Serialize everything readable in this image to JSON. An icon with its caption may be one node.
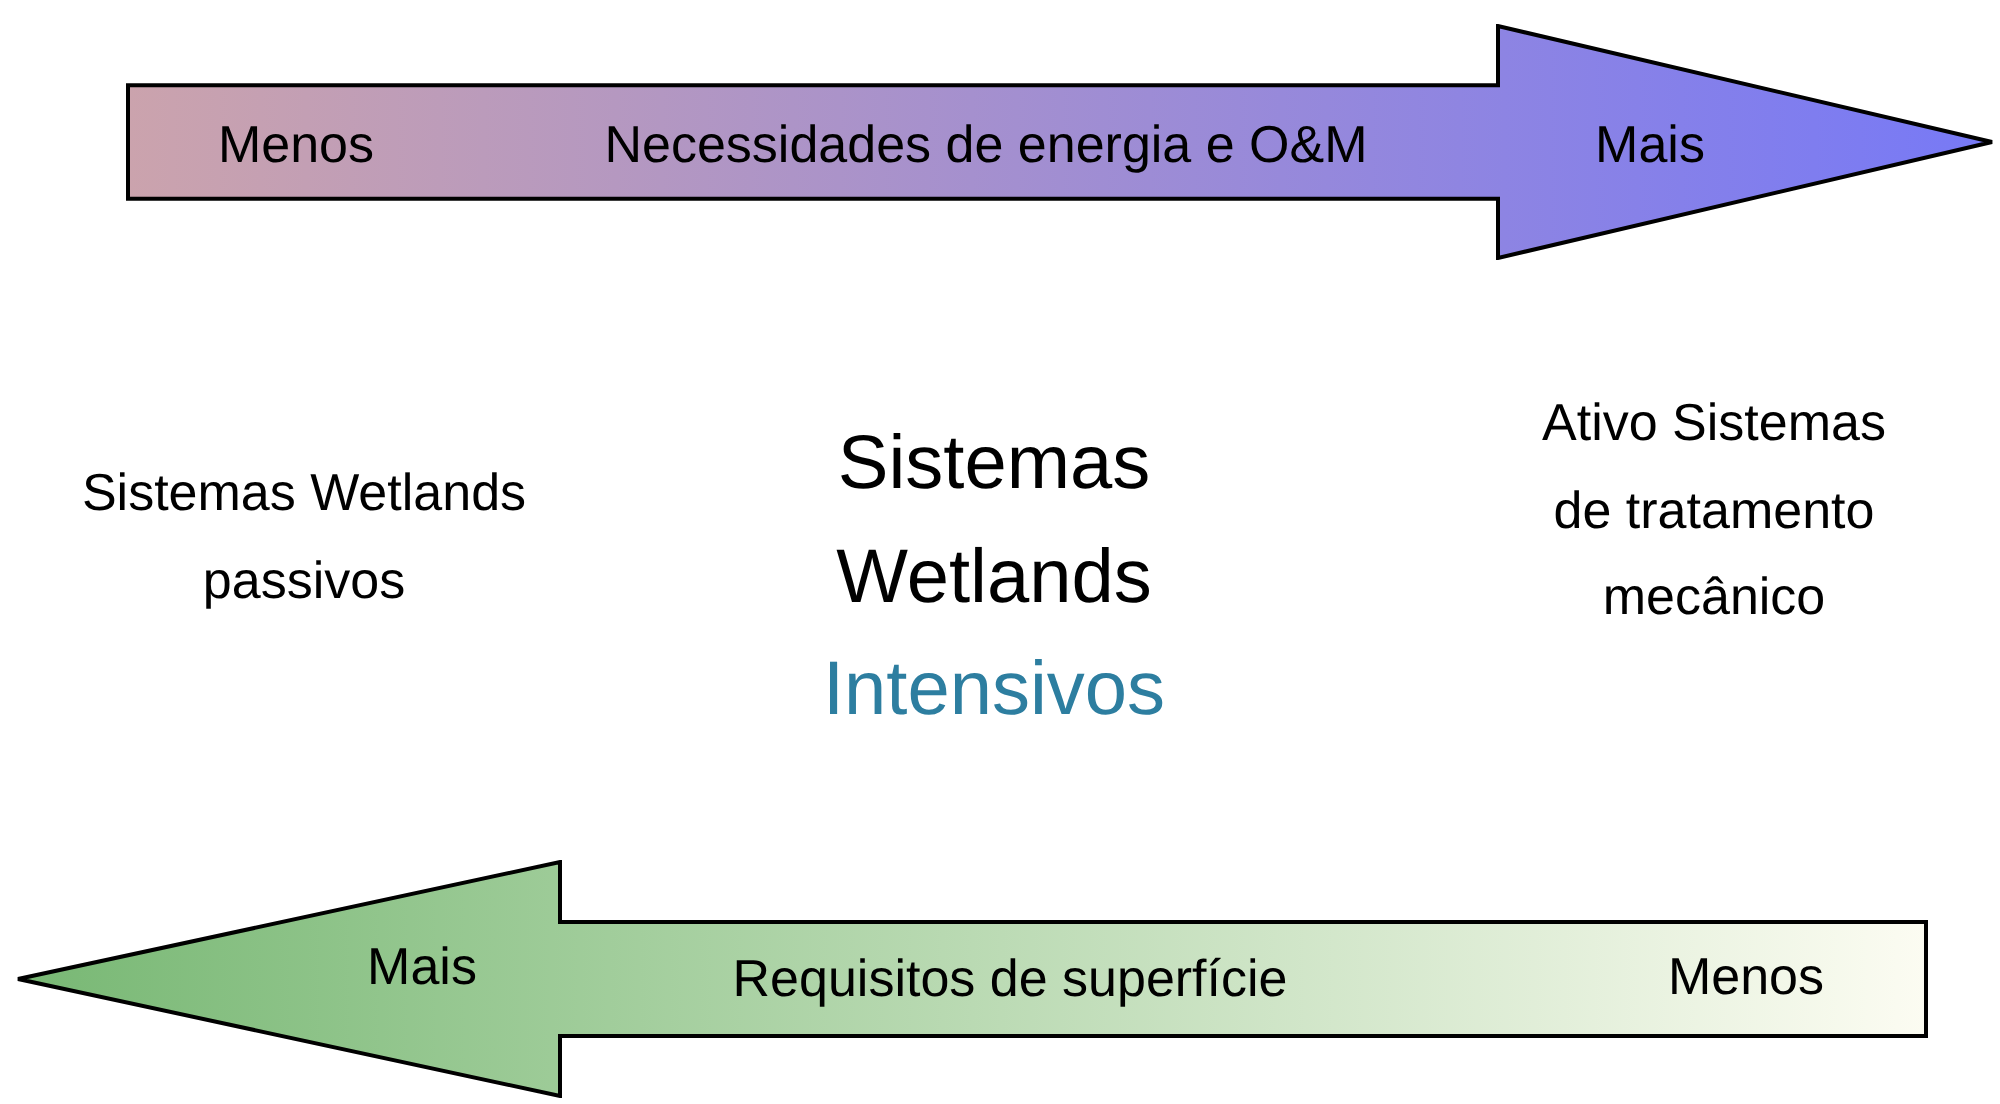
{
  "diagram": {
    "nodes": [
      {
        "text": [
          "Menos",
          "Necessidades de energia e O&M",
          "Mais"
        ]
      },
      {
        "text": [
          "Mais",
          "Requisitos de superfície",
          "Menos"
        ]
      }
    ],
    "labels": [
      "Sistemas Wetlands passivos",
      "Sistemas Wetlands",
      "Intensivos",
      "Ativo Sistemas de tratamento mecânico"
    ]
  }
}
